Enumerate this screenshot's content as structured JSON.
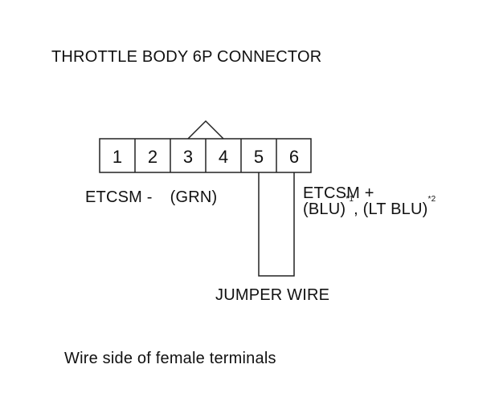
{
  "title": "THROTTLE BODY 6P CONNECTOR",
  "connector": {
    "pins": [
      "1",
      "2",
      "3",
      "4",
      "5",
      "6"
    ]
  },
  "labels": {
    "etcsm_minus": "ETCSM -",
    "etcsm_minus_color": "(GRN)",
    "etcsm_plus": "ETCSM +",
    "etcsm_plus_color_1": "(BLU)",
    "footnote_1": "*1",
    "separator": ", ",
    "etcsm_plus_color_2": "(LT BLU)",
    "footnote_2": "*2",
    "jumper_wire": "JUMPER WIRE"
  },
  "caption": "Wire side of female terminals"
}
